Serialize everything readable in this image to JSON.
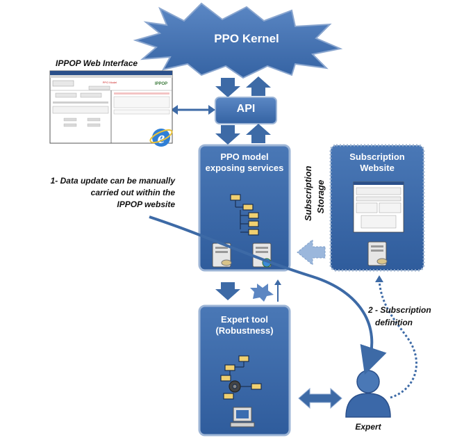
{
  "kernel": {
    "label": "PPO Kernel"
  },
  "api": {
    "label": "API"
  },
  "web_interface": {
    "title": "IPPOP Web Interface",
    "screenshot_header": "PPO Model",
    "screenshot_logo": "IPPOP"
  },
  "ppo_model": {
    "title_line1": "PPO model",
    "title_line2": "exposing services"
  },
  "subscription_storage": {
    "line1": "Subscription",
    "line2": "Storage"
  },
  "subscription_website": {
    "title_line1": "Subscription",
    "title_line2": "Website"
  },
  "expert_tool": {
    "title_line1": "Expert tool",
    "title_line2": "(Robustness)"
  },
  "note_1": {
    "line1": "1- Data update can be manually",
    "line2": "carried out within the",
    "line3": "IPPOP website"
  },
  "note_2": {
    "line1": "2 - Subscription",
    "line2": "definition"
  },
  "expert": {
    "label": "Expert"
  },
  "colors": {
    "box_fill": "#3b68a8",
    "box_border": "#9db5d6",
    "arrow": "#3d6aa6",
    "dashed_border": "#9bb0cc"
  }
}
